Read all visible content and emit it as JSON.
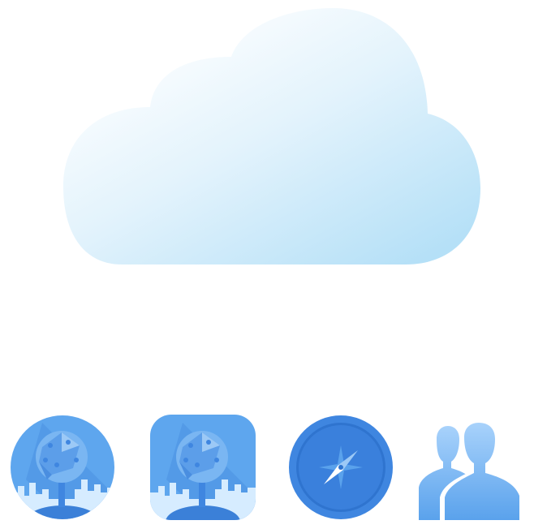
{
  "icons": [
    {
      "id": "cloud",
      "name": "cloud-icon"
    },
    {
      "id": "globe-city-round",
      "name": "globe-city-round-icon"
    },
    {
      "id": "globe-city-rounded-square",
      "name": "globe-city-square-icon"
    },
    {
      "id": "compass",
      "name": "compass-icon"
    },
    {
      "id": "contacts",
      "name": "contacts-icon"
    }
  ],
  "colors": {
    "cloud_light": "#ffffff",
    "cloud_dark": "#b5e0f7",
    "icon_blue": "#5aa2ec",
    "icon_dark_blue": "#2f74cf",
    "icon_light": "#d6ecff",
    "compass_ring": "#3f86e0"
  }
}
